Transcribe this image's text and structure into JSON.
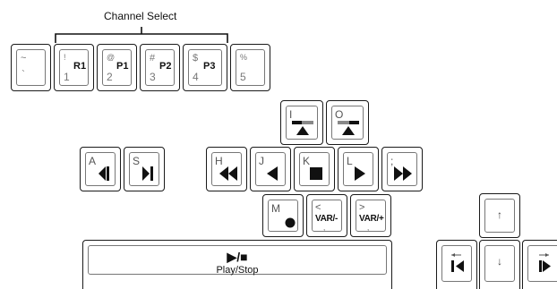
{
  "title": "Channel Select",
  "channel_keys": [
    {
      "id": "tilde",
      "sym": "~",
      "num": "`",
      "label": ""
    },
    {
      "id": "1",
      "sym": "!",
      "num": "1",
      "label": "R1"
    },
    {
      "id": "2",
      "sym": "@",
      "num": "2",
      "label": "P1"
    },
    {
      "id": "3",
      "sym": "#",
      "num": "3",
      "label": "P2"
    },
    {
      "id": "4",
      "sym": "$",
      "num": "4",
      "label": "P3"
    },
    {
      "id": "5",
      "sym": "%",
      "num": "5",
      "label": ""
    }
  ],
  "letter_keys": {
    "A": "A",
    "S": "S",
    "H": "H",
    "J": "J",
    "K": "K",
    "L": "L",
    "semicolon": ";",
    "I": "I",
    "O": "O",
    "M": "M",
    "comma": "<",
    "period": ">"
  },
  "var_keys": {
    "minus": "VAR/-",
    "plus": "VAR/+",
    "dot": ","
  },
  "space_key": {
    "icon": "▶/■",
    "label": "Play/Stop"
  },
  "arrow_keys": {
    "up": "↑",
    "down": "↓"
  }
}
